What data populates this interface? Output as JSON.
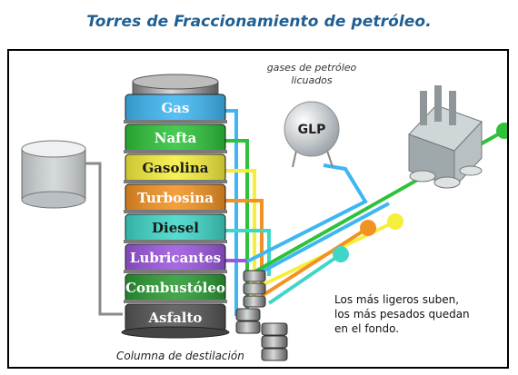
{
  "title": "Torres de Fraccionamiento de petróleo.",
  "tower": {
    "layers": [
      {
        "label": "Gas",
        "color": "#3fb6f2"
      },
      {
        "label": "Nafta",
        "color": "#2ec23a"
      },
      {
        "label": "Gasolina",
        "color": "#f5ef3c"
      },
      {
        "label": "Turbosina",
        "color": "#f29223"
      },
      {
        "label": "Diesel",
        "color": "#3fd6c7"
      },
      {
        "label": "Lubricantes",
        "color": "#9a56dc"
      },
      {
        "label": "Combustóleo",
        "color": "#2a9a33"
      },
      {
        "label": "Asfalto",
        "color": "#555555"
      }
    ],
    "caption": "Columna de destilación"
  },
  "glp": {
    "label": "GLP",
    "caption_line1": "gases de petróleo",
    "caption_line2": "licuados"
  },
  "note": {
    "line1": "Los más ligeros suben,",
    "line2": "los más pesados quedan",
    "line3": "en el fondo."
  }
}
